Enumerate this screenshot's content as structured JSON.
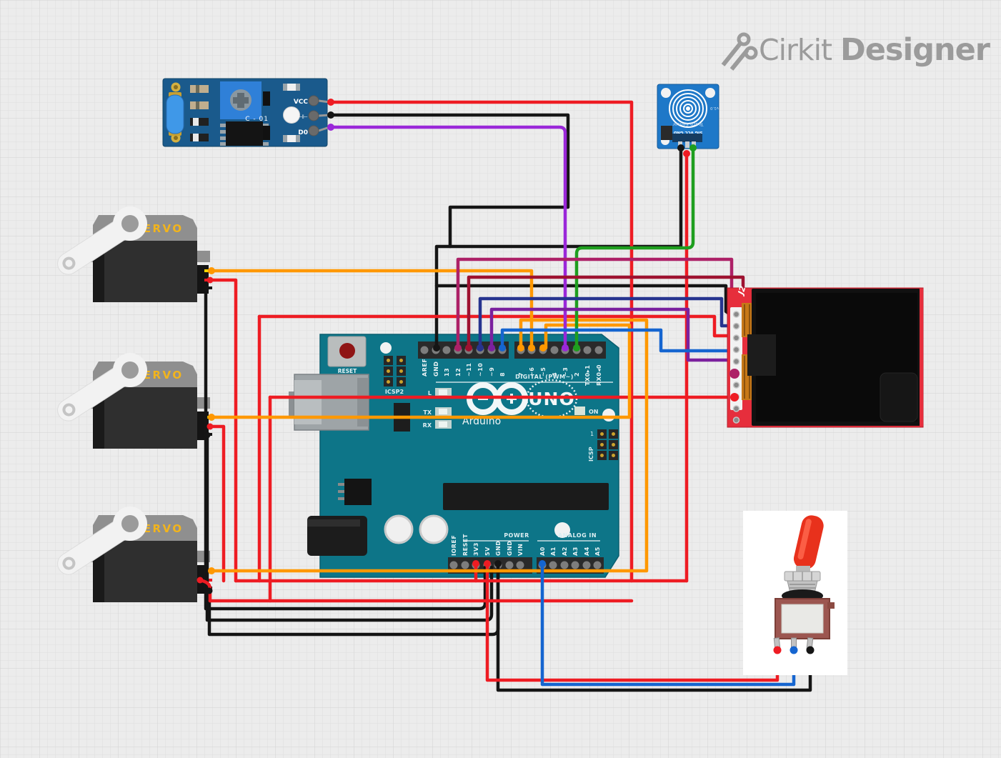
{
  "brand": {
    "name_regular": "Cirkit",
    "name_bold": "Designer",
    "color": "#9b9b9b"
  },
  "colors": {
    "wire_red": "#ee1c23",
    "wire_black": "#151515",
    "wire_orange": "#ff9800",
    "wire_yellow": "#ffd600",
    "wire_green": "#1e9e1e",
    "wire_blue": "#1565d0",
    "wire_navy": "#26348f",
    "wire_violet": "#9a27d9",
    "wire_purple": "#7b219e",
    "wire_magenta": "#ad2167",
    "wire_crimson": "#9e1230",
    "arduino_teal": "#0d7588",
    "pcb_red": "#e62e3c",
    "tilt_module_blue": "#1a5a8c",
    "touch_module_blue": "#1e78c8"
  },
  "tilt_module": {
    "model": "C - 01",
    "pin_vcc": "VCC",
    "pin_gnd": "⊣⊢",
    "pin_do": "D0"
  },
  "touch_module": {
    "title": "Touch Sensor",
    "version": "v1.0",
    "pin_row": "SIG VCC GND"
  },
  "servo": {
    "label": "SERVO"
  },
  "arduino": {
    "brand": "Arduino",
    "model": "UNO",
    "reset": "RESET",
    "icsp2": "ICSP2",
    "icsp": "ICSP",
    "icsp_pin1": "1",
    "led_l": "L",
    "led_tx": "TX",
    "led_rx": "RX",
    "led_on": "ON",
    "digital_caption": "DIGITAL (PWM~)",
    "digital_labels": [
      "AREF",
      "GND",
      "13",
      "12",
      "~11",
      "~10",
      "~9",
      "8",
      "7",
      "~6",
      "~5",
      "4",
      "~3",
      "2",
      "TX0▸1",
      "RX0◂0"
    ],
    "power_caption": "POWER",
    "power_labels": [
      "IOREF",
      "RESET",
      "3V3",
      "5V",
      "GND",
      "GND",
      "VIN"
    ],
    "analog_caption": "ANALOG IN",
    "analog_labels": [
      "A0",
      "A1",
      "A2",
      "A3",
      "A4",
      "A5"
    ]
  },
  "display": {
    "connector": "J2"
  }
}
